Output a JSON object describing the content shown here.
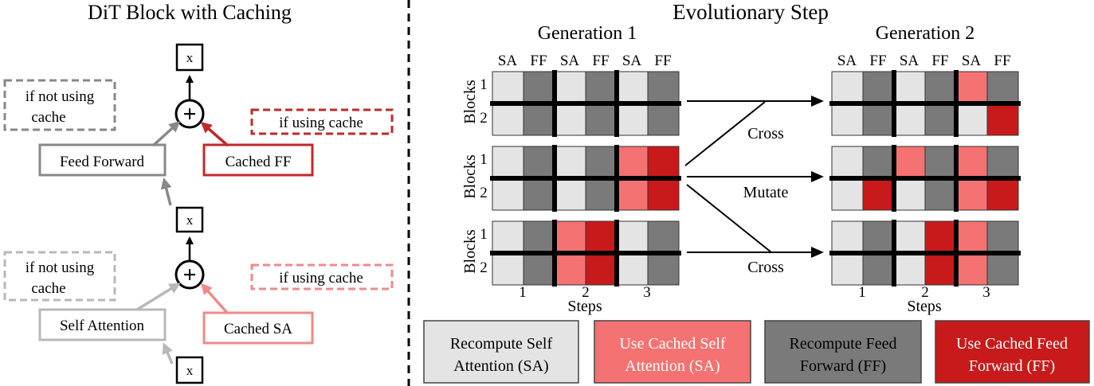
{
  "left_panel": {
    "title": "DiT  Block with Caching",
    "x_label": "x",
    "plus_symbol": "+",
    "top": {
      "not_using_line1": "if not using",
      "not_using_line2": "cache",
      "using": "if using cache",
      "block": "Feed Forward",
      "cached": "Cached FF"
    },
    "bottom": {
      "not_using_line1": "if not using",
      "not_using_line2": "cache",
      "using": "if using cache",
      "block": "Self Attention",
      "cached": "Cached SA"
    }
  },
  "right_panel": {
    "title": "Evolutionary Step",
    "gen1_title": "Generation 1",
    "gen2_title": "Generation 2",
    "col_labels": [
      "SA",
      "FF",
      "SA",
      "FF",
      "SA",
      "FF"
    ],
    "row_labels": [
      "1",
      "2"
    ],
    "blocks_label": "Blocks",
    "step_labels": [
      "1",
      "2",
      "3"
    ],
    "steps_label": "Steps",
    "arrow_labels": {
      "cross1": "Cross",
      "mutate": "Mutate",
      "cross2": "Cross"
    },
    "gen1_grids": [
      [
        [
          "rs",
          "rf",
          "rs",
          "rf",
          "rs",
          "rf"
        ],
        [
          "rs",
          "rf",
          "rs",
          "rf",
          "rs",
          "rf"
        ]
      ],
      [
        [
          "rs",
          "rf",
          "rs",
          "rf",
          "cs",
          "cf"
        ],
        [
          "rs",
          "rf",
          "rs",
          "rf",
          "cs",
          "cf"
        ]
      ],
      [
        [
          "rs",
          "rf",
          "cs",
          "cf",
          "rs",
          "rf"
        ],
        [
          "rs",
          "rf",
          "cs",
          "cf",
          "rs",
          "rf"
        ]
      ]
    ],
    "gen2_grids": [
      [
        [
          "rs",
          "rf",
          "rs",
          "rf",
          "cs",
          "rf"
        ],
        [
          "rs",
          "rf",
          "rs",
          "rf",
          "rs",
          "cf"
        ]
      ],
      [
        [
          "rs",
          "rf",
          "cs",
          "rf",
          "cs",
          "rf"
        ],
        [
          "rs",
          "cf",
          "rs",
          "rf",
          "cs",
          "cf"
        ]
      ],
      [
        [
          "rs",
          "rf",
          "rs",
          "cf",
          "cs",
          "rf"
        ],
        [
          "rs",
          "rf",
          "rs",
          "cf",
          "cs",
          "rf"
        ]
      ]
    ]
  },
  "legend": [
    {
      "key": "rs",
      "line1": "Recompute Self",
      "line2": "Attention (SA)"
    },
    {
      "key": "cs",
      "line1": "Use Cached Self",
      "line2": "Attention (SA)"
    },
    {
      "key": "rf",
      "line1": "Recompute Feed",
      "line2": "Forward (FF)"
    },
    {
      "key": "cf",
      "line1": "Use Cached Feed",
      "line2": "Forward (FF)"
    }
  ],
  "colors": {
    "rs": "#e4e4e4",
    "cs": "#f47272",
    "rf": "#7a7a7a",
    "cf": "#c81a1a",
    "gray_dark": "#888888",
    "gray_light": "#b8b8b8",
    "red_dark": "#c0292b",
    "red_light": "#ef8a8a",
    "cs_text": "#ffffff",
    "cf_text": "#ffffff"
  }
}
